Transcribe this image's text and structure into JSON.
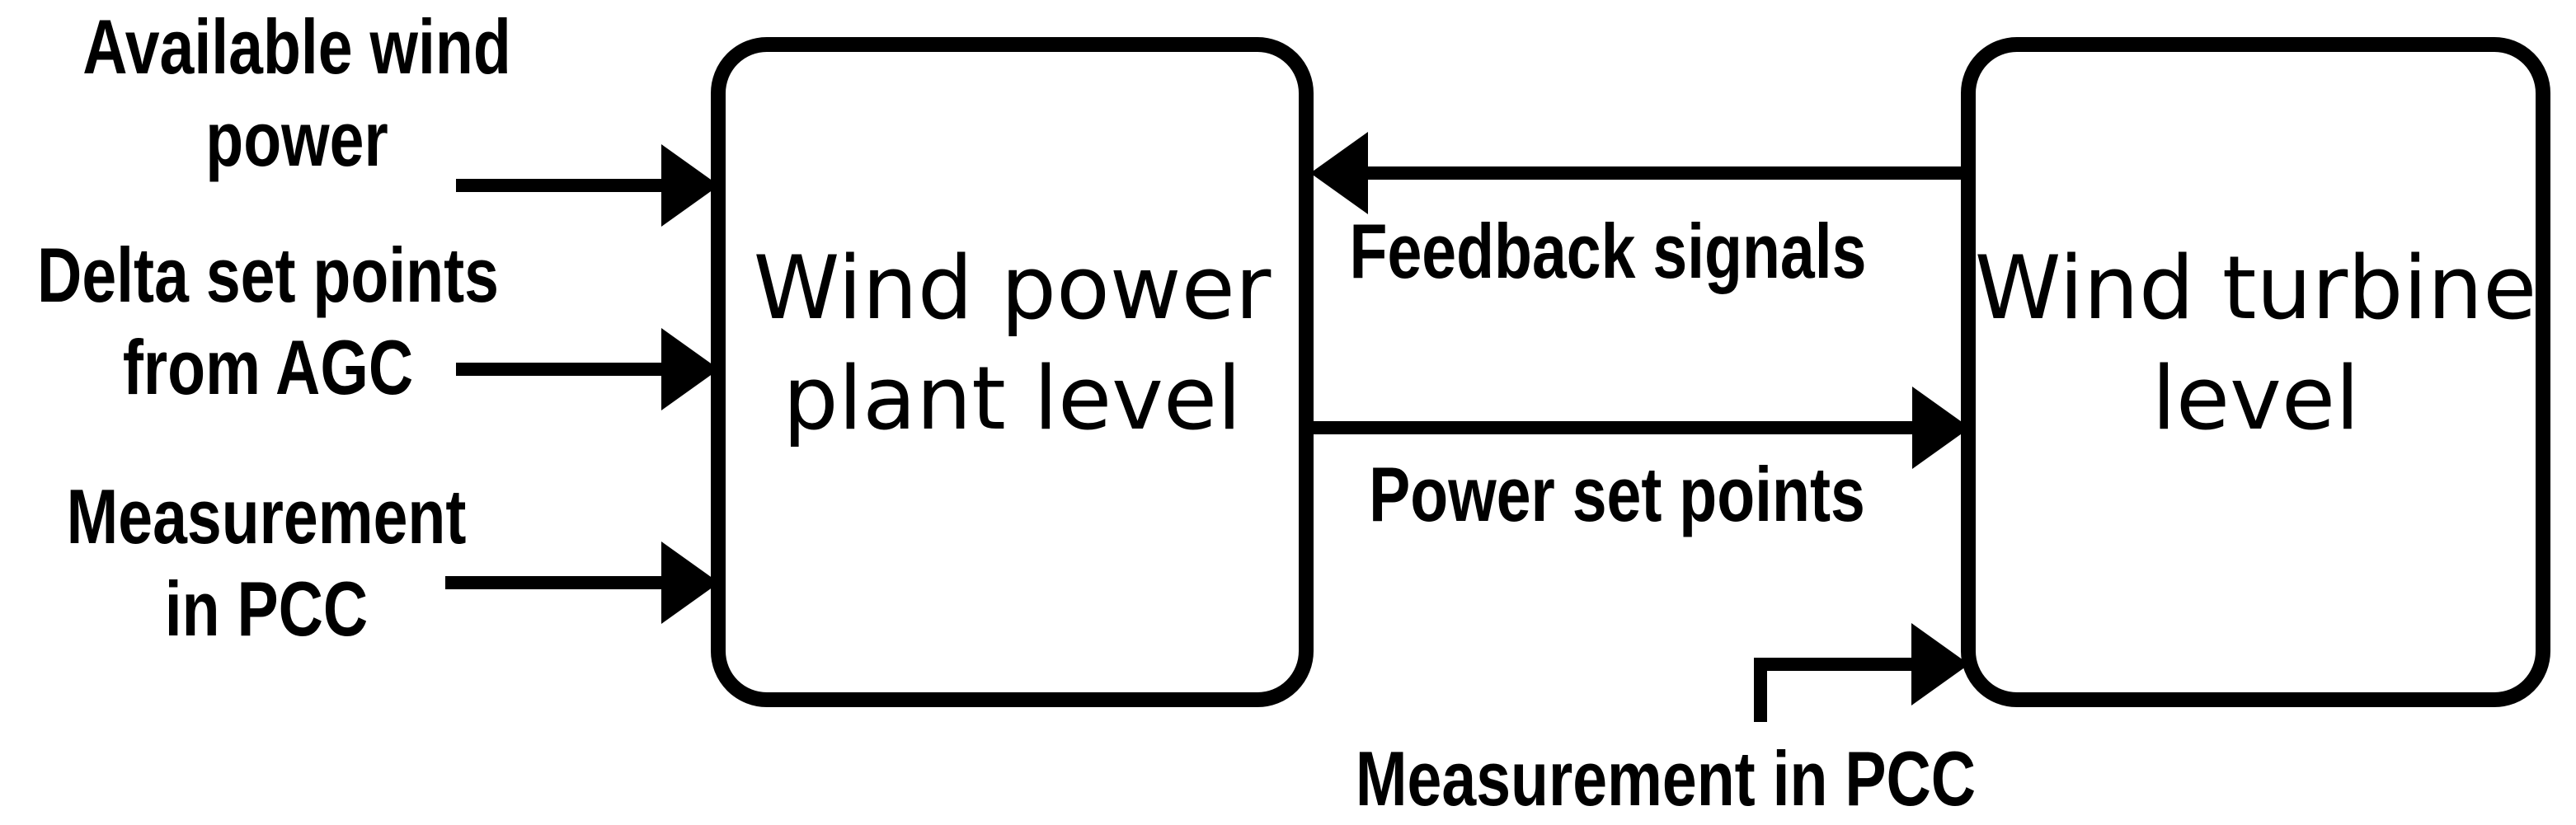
{
  "colors": {
    "ink": "#000000",
    "background": "#ffffff"
  },
  "boxes": {
    "plant": {
      "line1": "Wind power",
      "line2": "plant level"
    },
    "turbine": {
      "line1": "Wind turbine",
      "line2": "level"
    }
  },
  "inputs": [
    {
      "line1": "Available wind",
      "line2": "power"
    },
    {
      "line1": "Delta set points",
      "line2": "from AGC"
    },
    {
      "line1": "Measurement",
      "line2": "in PCC"
    }
  ],
  "flows": {
    "feedback": {
      "label": "Feedback signals",
      "from": "Wind turbine level",
      "to": "Wind power plant level"
    },
    "power_setpoints": {
      "label": "Power set points",
      "from": "Wind power plant level",
      "to": "Wind turbine level"
    },
    "pcc_measurement": {
      "label": "Measurement in PCC",
      "from": "external",
      "to": "Wind turbine level"
    }
  }
}
